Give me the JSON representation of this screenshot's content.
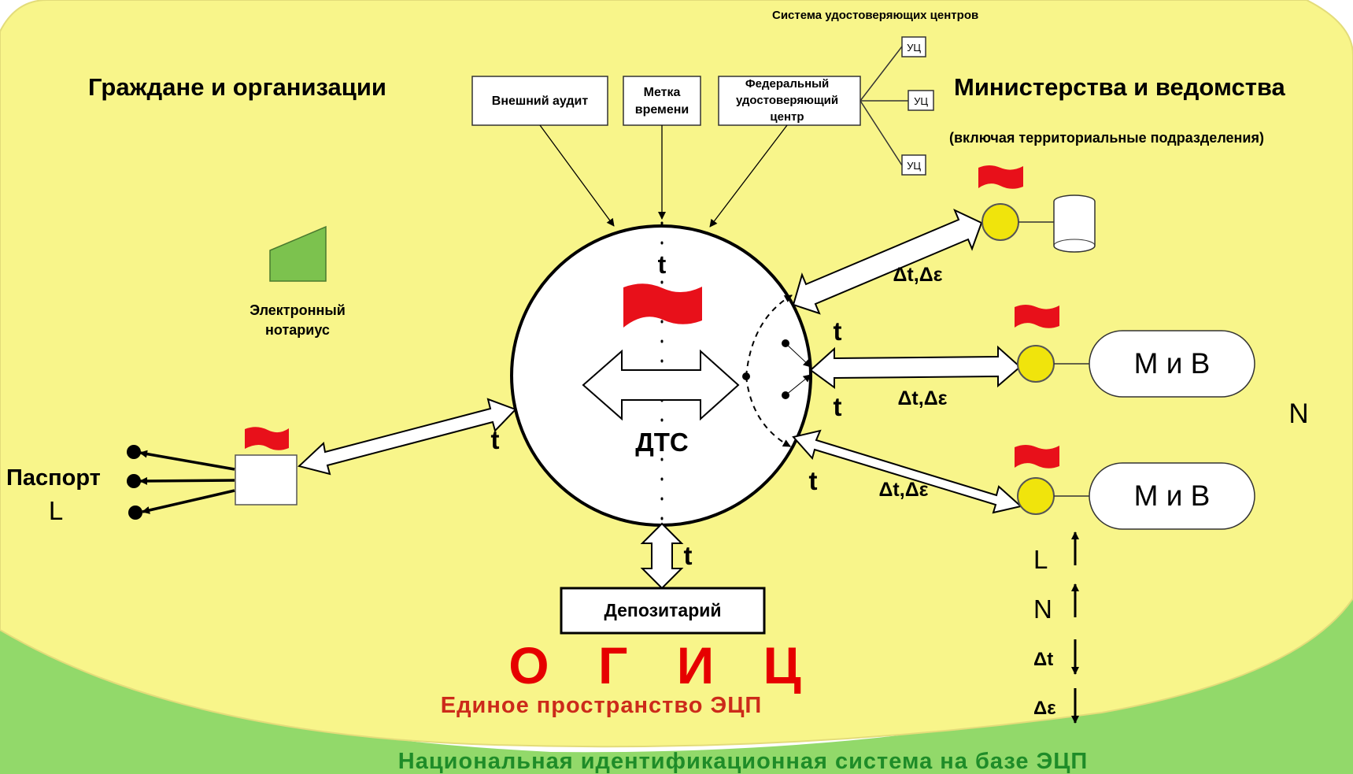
{
  "colors": {
    "background_yellow": "#F8F58A",
    "background_green": "#92D96A",
    "flag_red": "#E8101A",
    "node_yellow": "#F0E40C",
    "notary_green": "#7CC24E",
    "title_red": "#E60000",
    "subtitle_red": "#CC2A1A",
    "footer_green": "#1E8C28"
  },
  "icons": {
    "flag": "red-flag-icon",
    "node": "yellow-circle-node",
    "database": "cylinder-database-icon",
    "notary": "green-trapezoid-icon"
  },
  "headings": {
    "citizens": "Граждане и организации",
    "ministries": "Министерства и ведомства",
    "ministries_note": "(включая территориальные подразделения)",
    "uc_system": "Система удостоверяющих центров"
  },
  "top_boxes": {
    "audit": "Внешний аудит",
    "timestamp_line1": "Метка",
    "timestamp_line2": "времени",
    "federal_line1": "Федеральный",
    "federal_line2": "удостоверяющий",
    "federal_line3": "центр"
  },
  "uc_labels": [
    "УЦ",
    "УЦ",
    "УЦ"
  ],
  "notary": {
    "line1": "Электронный",
    "line2": "нотариус"
  },
  "passport": {
    "label": "Паспорт",
    "letter": "L"
  },
  "center": {
    "label": "ДТС",
    "t_top": "t"
  },
  "edge_labels": {
    "t_left": "t",
    "t_right_1": "t",
    "t_right_2": "t",
    "t_right_3": "t",
    "t_bottom": "t",
    "dt_de_1": "Δt,Δε",
    "dt_de_2": "Δt,Δε",
    "dt_de_3": "Δt,Δε"
  },
  "mv_nodes": [
    "М и В",
    "М и В"
  ],
  "n_label": "N",
  "depository": "Депозитарий",
  "legend": {
    "l": "L",
    "n": "N",
    "dt": "Δt",
    "de": "Δε"
  },
  "title": "О Г И Ц",
  "subtitle": "Единое пространство ЭЦП",
  "footer": "Национальная идентификационная система на базе ЭЦП"
}
